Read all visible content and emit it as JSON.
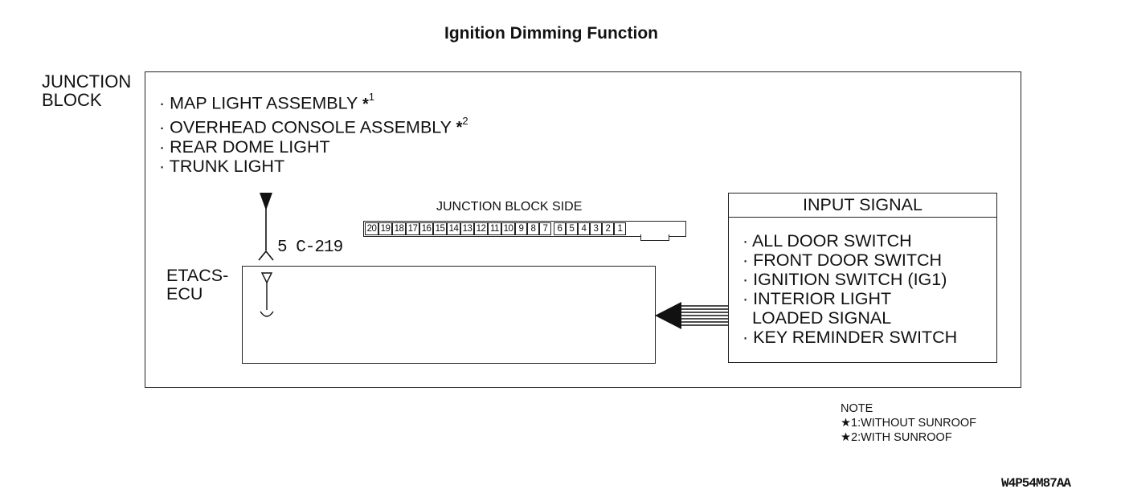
{
  "title": "Ignition Dimming Function",
  "junction_block": {
    "label_line1": "JUNCTION",
    "label_line2": "BLOCK",
    "loads": [
      {
        "text": "· MAP LIGHT ASSEMBLY",
        "mark": "*",
        "note": "1"
      },
      {
        "text": "· OVERHEAD CONSOLE  ASSEMBLY",
        "mark": "*",
        "note": "2"
      },
      {
        "text": "· REAR DOME LIGHT",
        "mark": "",
        "note": ""
      },
      {
        "text": "· TRUNK LIGHT",
        "mark": "",
        "note": ""
      }
    ]
  },
  "connector": {
    "side_label": "JUNCTION BLOCK SIDE",
    "pins": [
      "20",
      "19",
      "18",
      "17",
      "16",
      "15",
      "14",
      "13",
      "12",
      "11",
      "10",
      "9",
      "8",
      "7",
      "6",
      "5",
      "4",
      "3",
      "2",
      "1"
    ],
    "pin_label": "5 C-219"
  },
  "ecu": {
    "label_line1": "ETACS-",
    "label_line2": "ECU"
  },
  "input_signal": {
    "title": "INPUT SIGNAL",
    "items": [
      "· ALL DOOR SWITCH",
      "· FRONT DOOR SWITCH",
      "· IGNITION SWITCH (IG1)",
      "· INTERIOR LIGHT",
      "  LOADED SIGNAL",
      "· KEY REMINDER SWITCH"
    ]
  },
  "note": {
    "heading": "NOTE",
    "items": [
      {
        "mark": "★",
        "num": "1",
        "text": ":WITHOUT SUNROOF"
      },
      {
        "mark": "★",
        "num": "2",
        "text": ":WITH SUNROOF"
      }
    ]
  },
  "figure_code": "W4P54M87AA"
}
